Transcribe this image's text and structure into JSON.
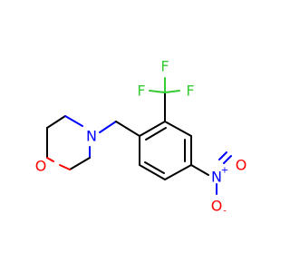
{
  "molecule": {
    "atoms": {
      "O_ring": {
        "symbol": "O",
        "color": "#ff0000"
      },
      "N_ring": {
        "symbol": "N",
        "color": "#0000ff"
      },
      "F_left": {
        "symbol": "F",
        "color": "#33cc33"
      },
      "F_top": {
        "symbol": "F",
        "color": "#33cc33"
      },
      "F_right": {
        "symbol": "F",
        "color": "#33cc33"
      },
      "N_nitro": {
        "symbol": "N",
        "color": "#0000ff",
        "charge": "+"
      },
      "O_nitro_top": {
        "symbol": "O",
        "color": "#ff0000"
      },
      "O_nitro_bottom": {
        "symbol": "O",
        "color": "#ff0000",
        "charge": "-"
      }
    }
  }
}
